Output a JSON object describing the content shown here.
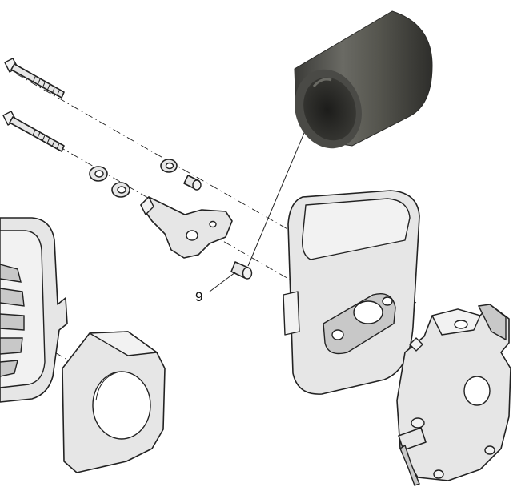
{
  "callouts": [
    {
      "label": "9"
    }
  ],
  "colors": {
    "background": "#ffffff",
    "line": "#222222",
    "part_fill": "#e6e6e6",
    "spacer_photo_outer": "#4a4a46",
    "spacer_photo_inner": "#2a2a28"
  },
  "parts": [
    "screw-upper",
    "screw-lower",
    "washer",
    "spacer",
    "bracket",
    "air-filter-cover-left",
    "filter-element",
    "air-filter-body",
    "carburetor",
    "spacer-detail-photo"
  ]
}
